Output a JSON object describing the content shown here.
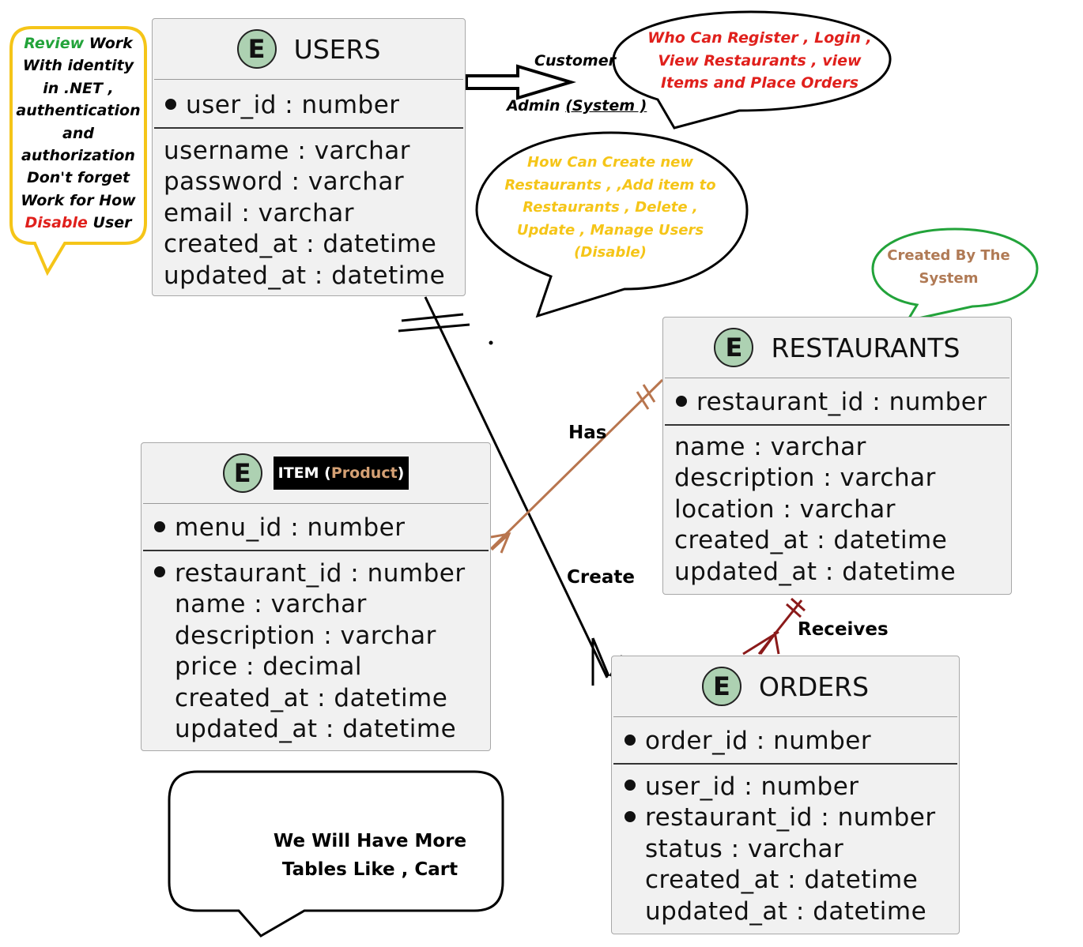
{
  "entities": {
    "users": {
      "badge": "E",
      "name": "USERS",
      "key": "user_id : number",
      "fields": [
        "username : varchar",
        "password : varchar",
        "email : varchar",
        "created_at : datetime",
        "updated_at : datetime"
      ]
    },
    "restaurants": {
      "badge": "E",
      "name": "RESTAURANTS",
      "key": "restaurant_id : number",
      "fields": [
        "name : varchar",
        "description : varchar",
        "location : varchar",
        "created_at : datetime",
        "updated_at : datetime"
      ]
    },
    "item": {
      "badge": "E",
      "name_prefix": "ITEM (",
      "name_product": "Product",
      "name_suffix": ")",
      "key": "menu_id : number",
      "fk": "restaurant_id : number",
      "fields": [
        "name : varchar",
        "description : varchar",
        "price : decimal",
        "created_at : datetime",
        "updated_at : datetime"
      ]
    },
    "orders": {
      "badge": "E",
      "name": "ORDERS",
      "key": "order_id : number",
      "fk1": "user_id : number",
      "fk2": "restaurant_id : number",
      "fields": [
        "status : varchar",
        "created_at : datetime",
        "updated_at : datetime"
      ]
    }
  },
  "relations": {
    "customer": "Customer",
    "admin_prefix": "Admin ",
    "admin_system": "(System )",
    "has": "Has",
    "create": "Create",
    "receives": "Receives"
  },
  "notes": {
    "review": {
      "w1": "Review",
      "w2": " Work",
      "l2": "With identity",
      "l3": "in .NET  ,",
      "l4": "authentication",
      "l5": "and",
      "l6": "authorization",
      "l7": "Don't forget",
      "l8": "Work for How",
      "w9a": "Disable",
      "w9b": " User"
    },
    "customer_note": [
      "Who Can Register , Login ,",
      "View Restaurants , view",
      "Items and Place Orders"
    ],
    "admin_note": [
      "How Can Create new",
      "Restaurants , ,Add item to",
      "Restaurants , Delete ,",
      "Update , Manage Users",
      "(Disable)"
    ],
    "system_note": [
      "Created By The",
      "System"
    ],
    "more_tables": [
      "We Will Have More",
      "Tables Like , Cart"
    ]
  },
  "colors": {
    "entity_bg": "#f1f1f1",
    "badge": "#add1b2",
    "red_text": "#e0201c",
    "yellow": "#f5c518",
    "green_word": "#22a33a",
    "brown_text": "#b07a55",
    "green_border": "#22a33a",
    "relation_brown": "#b8754e",
    "relation_maroon": "#8b1a1a"
  }
}
